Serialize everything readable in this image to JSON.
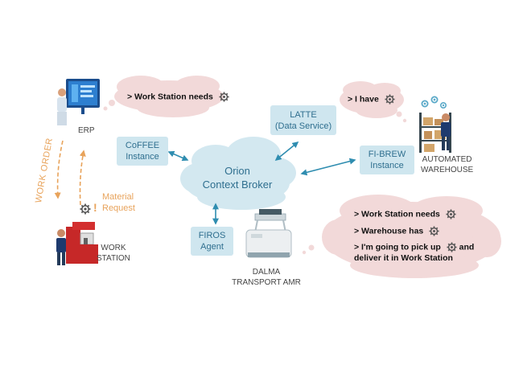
{
  "nodes": {
    "erp": "ERP",
    "coffee": [
      "CoFFEE",
      "Instance"
    ],
    "latte": [
      "LATTE",
      "(Data Service)"
    ],
    "fibrew": [
      "FI-BREW",
      "Instance"
    ],
    "firos": [
      "FIROS",
      "Agent"
    ],
    "orion": [
      "Orion",
      "Context Broker"
    ],
    "warehouse": [
      "AUTOMATED",
      "WAREHOUSE"
    ],
    "workstation": [
      "WORK",
      "STATION"
    ],
    "amr": [
      "DALMA",
      "TRANSPORT AMR"
    ]
  },
  "flows": {
    "work_order": "WORK ORDER",
    "material_request": [
      "Material",
      "Request"
    ],
    "alert_mark": "!"
  },
  "bubbles": {
    "erp": "> Work Station needs",
    "warehouse": "> I have",
    "amr": [
      "> Work Station needs",
      "> Warehouse has",
      "> I'm going to pick up",
      "and",
      "deliver it in Work Station"
    ]
  },
  "icons": {
    "gear": "gear-icon",
    "monitor": "monitor-icon",
    "person": "person-icon",
    "shelves": "shelves-icon",
    "machine": "machine-icon",
    "robot": "robot-icon"
  },
  "colors": {
    "box_fill": "#cfe6ef",
    "box_text": "#2f6f8f",
    "cloud_fill": "#d3e8f0",
    "bubble_fill": "#f2d9d9",
    "arrow": "#2f8db0",
    "work_order": "#e8a35b"
  }
}
